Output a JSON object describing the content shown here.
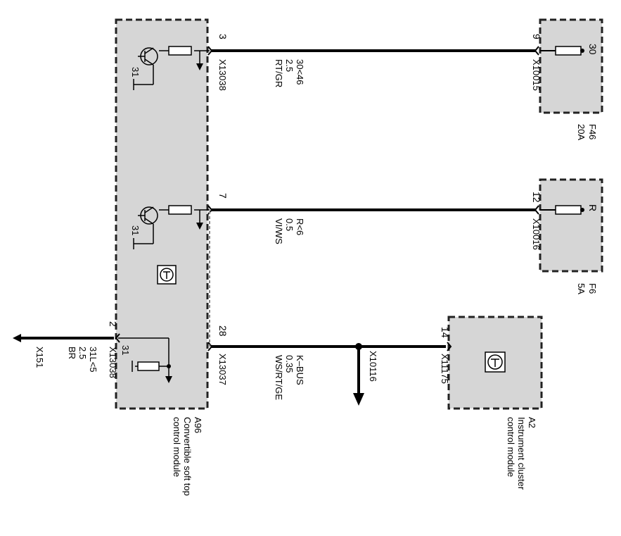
{
  "colors": {
    "box_fill": "#d6d6d6",
    "wire": "#000000",
    "dashed_border": "#222222"
  },
  "modules": {
    "a96": {
      "id": "A96",
      "name_line1": "Convertible soft top",
      "name_line2": "control module",
      "ground_label_top": "31",
      "ground_label_mid": "31",
      "ground_label_bottom": "31"
    },
    "a2": {
      "id": "A2",
      "name_line1": "Instrument cluster",
      "name_line2": "control module"
    },
    "f46": {
      "id": "F46",
      "rating": "20A",
      "terminal": "30"
    },
    "f6": {
      "id": "F6",
      "rating": "5A",
      "terminal": "R"
    }
  },
  "wires": {
    "w1": {
      "pin_left": "3",
      "connector_left": "X13038",
      "signal": "30<46",
      "gauge": "2.5",
      "color": "RT/GR",
      "pin_right": "9",
      "connector_right": "X10015"
    },
    "w2": {
      "pin_left": "7",
      "signal": "R<6",
      "gauge": "0.5",
      "color": "VI/WS",
      "pin_right": "12",
      "connector_right": "X10016"
    },
    "w3": {
      "pin_left": "28",
      "connector_left": "X13037",
      "signal": "K–BUS",
      "gauge": "0.35",
      "color": "WS/RT/GE",
      "splice": "X10116",
      "pin_right": "14",
      "connector_right": "X11175"
    },
    "ground": {
      "pin": "2",
      "connector": "X13038",
      "signal": "31L<5",
      "gauge": "2.5",
      "color": "BR",
      "ground_point": "X151"
    }
  }
}
